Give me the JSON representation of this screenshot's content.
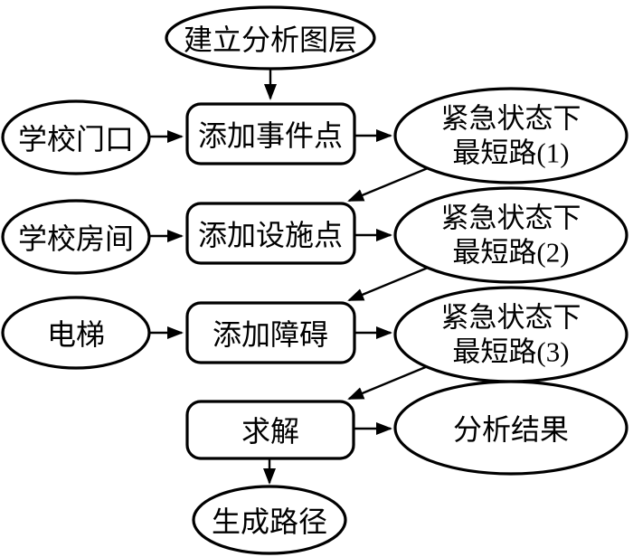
{
  "diagram": {
    "title": "network-analysis-flowchart",
    "background_color": "#ffffff",
    "stroke_color": "#000000",
    "nodes": {
      "top": {
        "label": "建立分析图层"
      },
      "left": [
        {
          "label": "学校门口"
        },
        {
          "label": "学校房间"
        },
        {
          "label": "电梯"
        }
      ],
      "process": [
        {
          "label": "添加事件点"
        },
        {
          "label": "添加设施点"
        },
        {
          "label": "添加障碍"
        },
        {
          "label": "求解"
        }
      ],
      "shortest_paths": [
        {
          "line1": "紧急状态下",
          "line2": "最短路(1)"
        },
        {
          "line1": "紧急状态下",
          "line2": "最短路(2)"
        },
        {
          "line1": "紧急状态下",
          "line2": "最短路(3)"
        }
      ],
      "result": {
        "label": "分析结果"
      },
      "bottom": {
        "label": "生成路径"
      }
    }
  }
}
